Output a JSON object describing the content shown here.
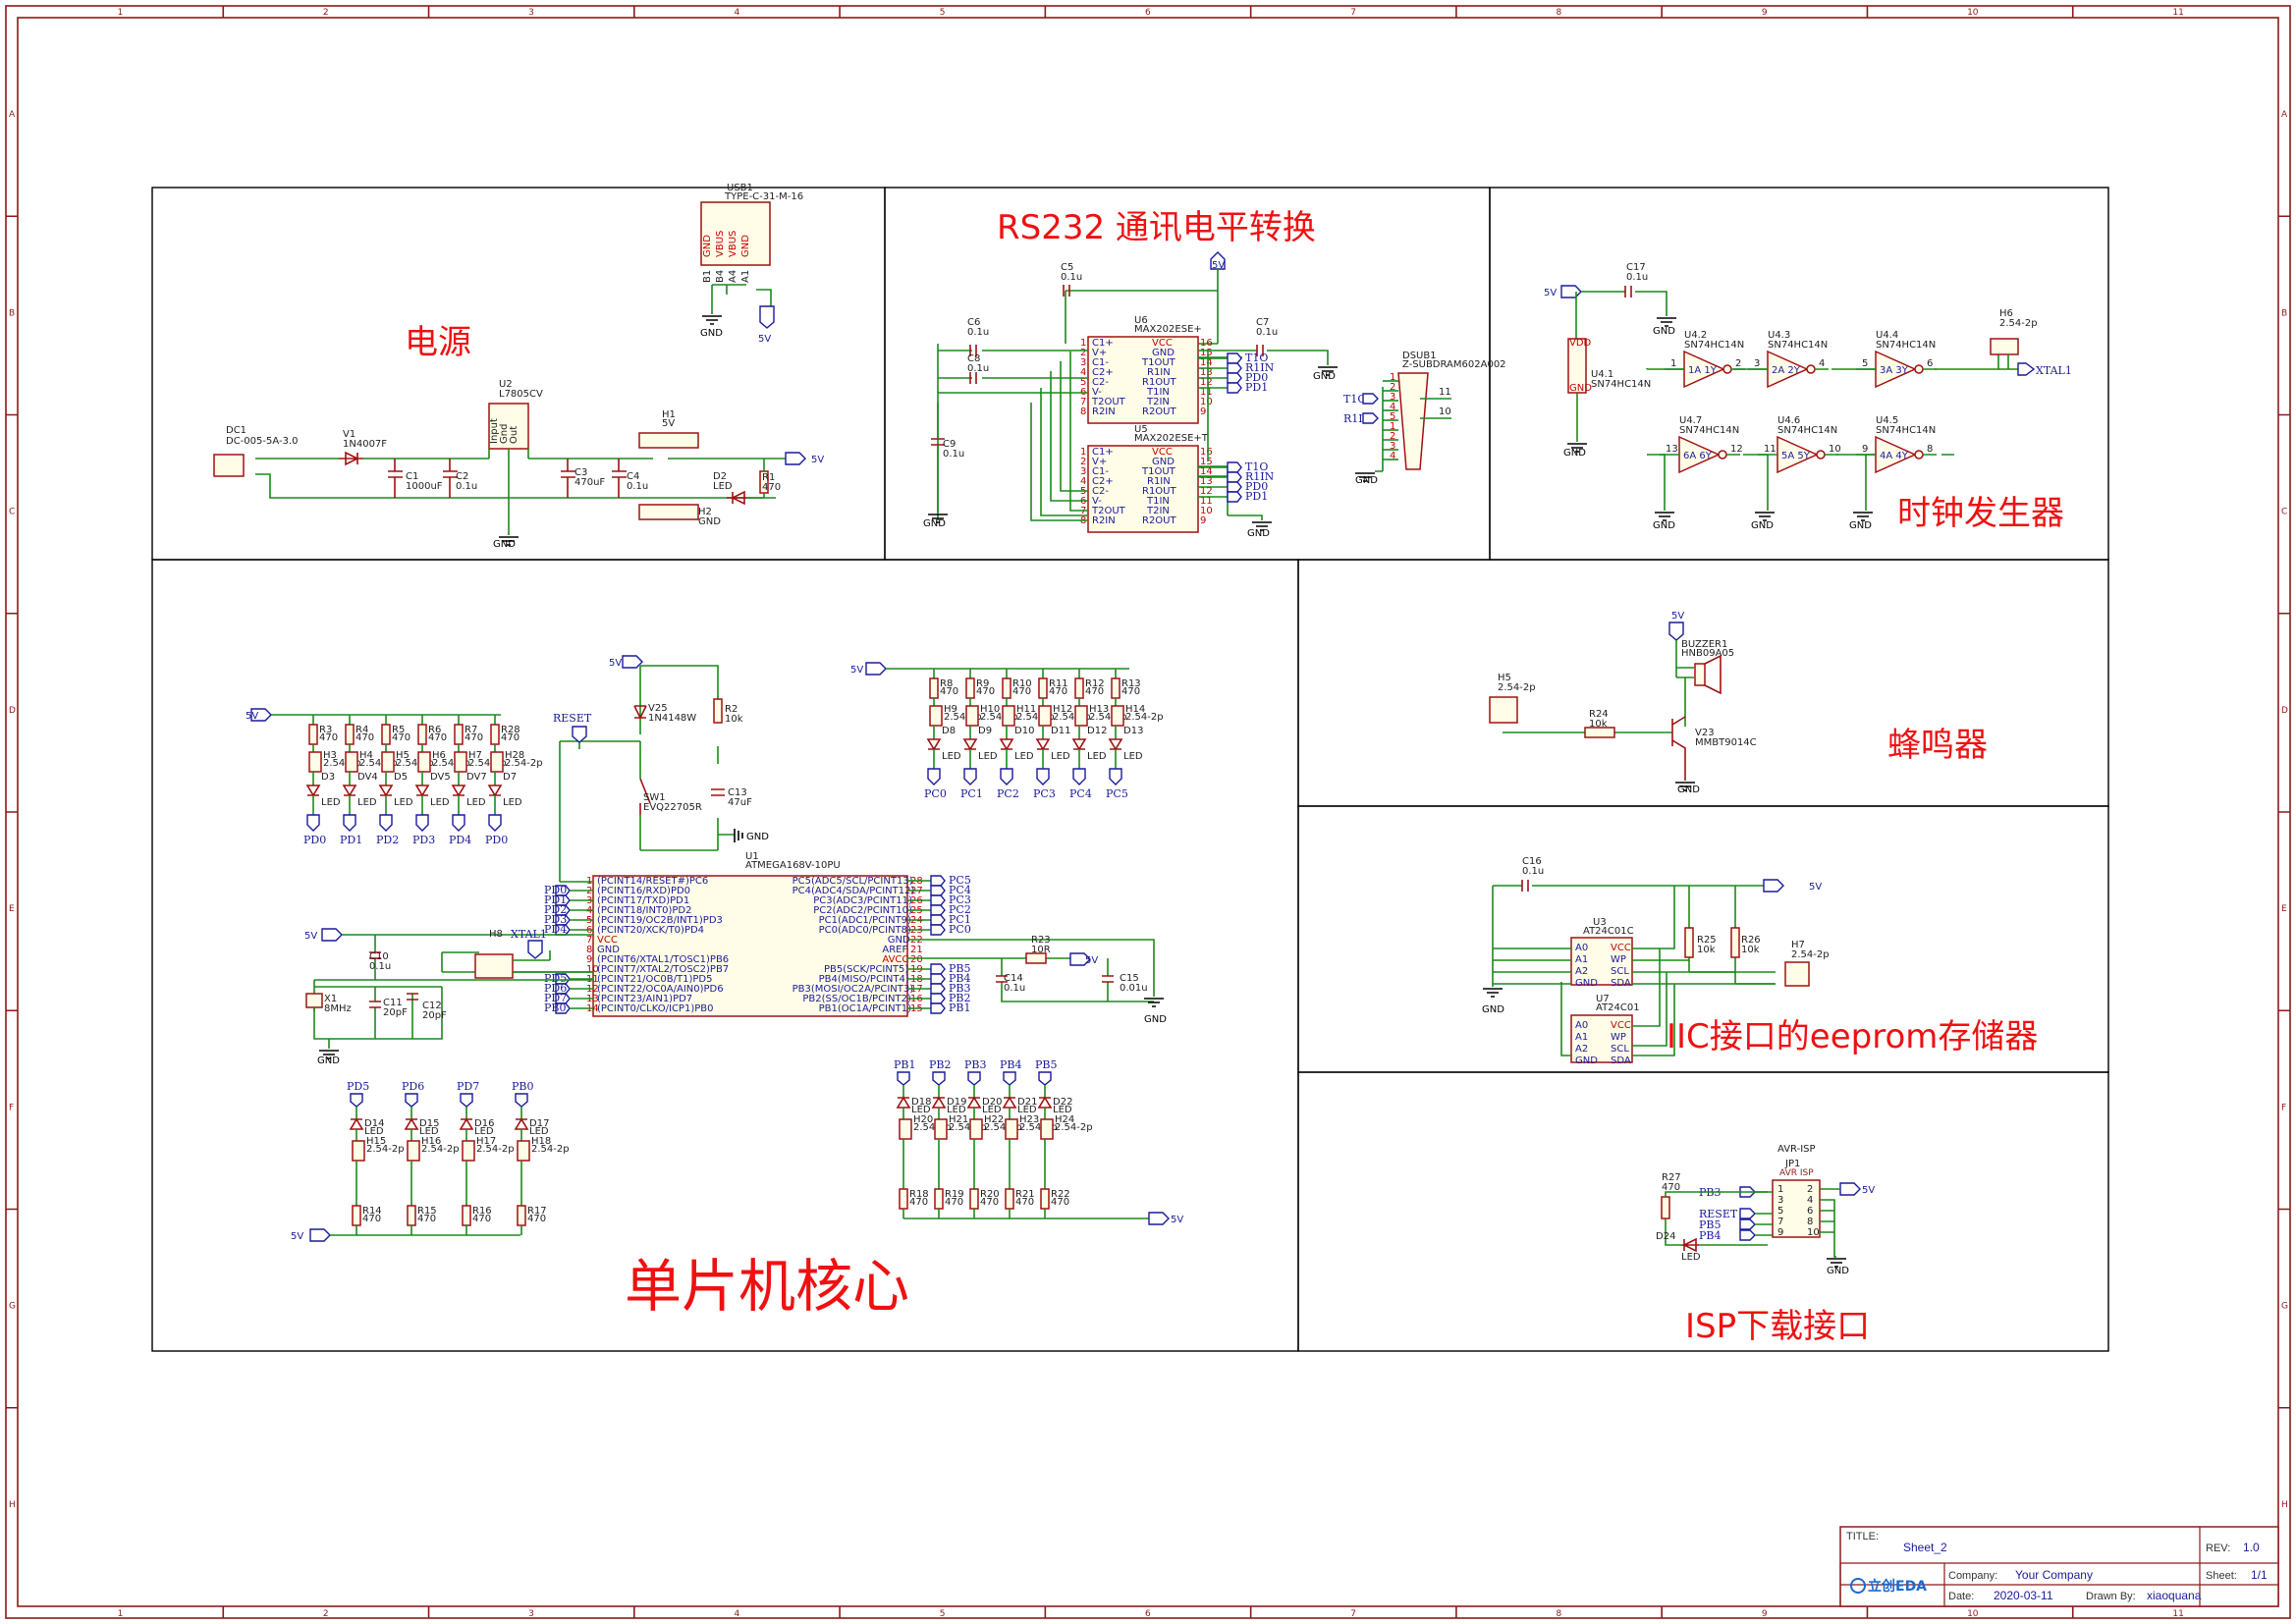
{
  "frame": {
    "columns": [
      "1",
      "2",
      "3",
      "4",
      "5",
      "6",
      "7",
      "8",
      "9",
      "10",
      "11"
    ],
    "rows": [
      "A",
      "B",
      "C",
      "D",
      "E",
      "F",
      "G",
      "H"
    ]
  },
  "sections": {
    "power": "电源",
    "rs232": "RS232 通讯电平转换",
    "clock": "时钟发生器",
    "buzzer": "蜂鸣器",
    "mcu": "单片机核心",
    "eeprom": "IIC接口的eeprom存储器",
    "isp": "ISP下载接口"
  },
  "nets": {
    "vcc5": "5V",
    "gnd": "GND",
    "reset": "RESET",
    "xtal1": "XTAL1",
    "vcc": "VCC"
  },
  "power": {
    "usb_ref": "USB1",
    "usb_val": "TYPE-C-31-M-16",
    "usb_pins": [
      "GND",
      "VBUS",
      "VBUS",
      "GND"
    ],
    "usb_pin_nums": [
      "B1",
      "B4",
      "A4",
      "A1"
    ],
    "dc_ref": "DC1",
    "dc_val": "DC-005-5A-3.0",
    "v1_ref": "V1",
    "v1_val": "1N4007F",
    "c1": "C1",
    "c1v": "1000uF",
    "c2": "C2",
    "c2v": "0.1u",
    "u2": "U2",
    "u2v": "L7805CV",
    "u2pins": [
      "Input",
      "Gnd",
      "Out"
    ],
    "c3": "C3",
    "c3v": "470uF",
    "c4": "C4",
    "c4v": "0.1u",
    "h1": "H1",
    "h1v": "5V",
    "h2": "H2",
    "h2v": "GND",
    "d2": "D2",
    "d2v": "LED",
    "r1": "R1",
    "r1v": "470"
  },
  "rs232": {
    "c5": "C5",
    "c5v": "0.1u",
    "c6": "C6",
    "c6v": "0.1u",
    "c8": "C8",
    "c8v": "0.1u",
    "c9": "C9",
    "c9v": "0.1u",
    "c7": "C7",
    "c7v": "0.1u",
    "u6": "U6",
    "u6v": "MAX202ESE+",
    "u5": "U5",
    "u5v": "MAX202ESE+T",
    "left_pins": [
      "C1+",
      "V+",
      "C1-",
      "C2+",
      "C2-",
      "V-",
      "T2OUT",
      "R2IN"
    ],
    "right_pins": [
      "VCC",
      "GND",
      "T1OUT",
      "R1IN",
      "R1OUT",
      "T1IN",
      "T2IN",
      "R2OUT"
    ],
    "right_nums": [
      "16",
      "15",
      "14",
      "13",
      "12",
      "11",
      "10",
      "9"
    ],
    "u6_nets": [
      "T1O",
      "R1IN",
      "PD0",
      "PD1"
    ],
    "u5_nets": [
      "T1O",
      "R1IN",
      "PD0",
      "PD1"
    ],
    "dsub": "DSUB1",
    "dsubv": "Z-SUBDRAM602A002",
    "dsub_nets": [
      "T1O",
      "R1IN"
    ],
    "dsub_pins": [
      "11",
      "10"
    ]
  },
  "clock": {
    "c17": "C17",
    "c17v": "0.1u",
    "u41": "U4.1",
    "u41v": "SN74HC14N",
    "gates": [
      {
        "ref": "U4.2",
        "val": "SN74HC14N",
        "lbl": "1A  1Y",
        "i": "1",
        "o": "2"
      },
      {
        "ref": "U4.3",
        "val": "SN74HC14N",
        "lbl": "2A  2Y",
        "i": "3",
        "o": "4"
      },
      {
        "ref": "U4.4",
        "val": "SN74HC14N",
        "lbl": "3A  3Y",
        "i": "5",
        "o": "6"
      },
      {
        "ref": "U4.7",
        "val": "SN74HC14N",
        "lbl": "6A  6Y",
        "i": "13",
        "o": "12"
      },
      {
        "ref": "U4.6",
        "val": "SN74HC14N",
        "lbl": "5A  5Y",
        "i": "11",
        "o": "10"
      },
      {
        "ref": "U4.5",
        "val": "SN74HC14N",
        "lbl": "4A  4Y",
        "i": "9",
        "o": "8"
      }
    ],
    "h6": "H6",
    "h6v": "2.54-2p",
    "vdd": "VDD",
    "gnd_pin": "GND"
  },
  "buzzer": {
    "ref": "BUZZER1",
    "val": "HNB09A05",
    "h5": "H5",
    "h5v": "2.54-2p",
    "r24": "R24",
    "r24v": "10k",
    "v23": "V23",
    "v23v": "MMBT9014C"
  },
  "mcu": {
    "u1": "U1",
    "u1v": "ATMEGA168V-10PU",
    "left_pins": [
      "(PCINT14/RESET#)PC6",
      "(PCINT16/RXD)PD0",
      "(PCINT17/TXD)PD1",
      "(PCINT18/INT0)PD2",
      "(PCINT19/OC2B/INT1)PD3",
      "(PCINT20/XCK/T0)PD4",
      "VCC",
      "GND",
      "(PCINT6/XTAL1/TOSC1)PB6",
      "(PCINT7/XTAL2/TOSC2)PB7",
      "(PCINT21/OC0B/T1)PD5",
      "(PCINT22/OC0A/AIN0)PD6",
      "(PCINT23/AIN1)PD7",
      "(PCINT0/CLKO/ICP1)PB0"
    ],
    "left_nets": [
      "",
      "PD0",
      "PD1",
      "PD2",
      "PD3",
      "PD4",
      "",
      "",
      "",
      "",
      "PD5",
      "PD6",
      "PD7",
      "PB0"
    ],
    "right_pins": [
      "PC5(ADC5/SCL/PCINT13)",
      "PC4(ADC4/SDA/PCINT12)",
      "PC3(ADC3/PCINT11)",
      "PC2(ADC2/PCINT10)",
      "PC1(ADC1/PCINT9)",
      "PC0(ADC0/PCINT8)",
      "GND",
      "AREF",
      "AVCC",
      "PB5(SCK/PCINT5)",
      "PB4(MISO/PCINT4)",
      "PB3(MOSI/OC2A/PCINT3)",
      "PB2(SS/OC1B/PCINT2)",
      "PB1(OC1A/PCINT1)"
    ],
    "right_nets": [
      "PC5",
      "PC4",
      "PC3",
      "PC2",
      "PC1",
      "PC0",
      "",
      "",
      "",
      "PB5",
      "PB4",
      "PB3",
      "PB2",
      "PB1"
    ],
    "v25": "V25",
    "v25v": "1N4148W",
    "r2": "R2",
    "r2v": "10k",
    "sw1": "SW1",
    "sw1v": "EVQ22705R",
    "c13": "C13",
    "c13v": "47uF",
    "c10": "C10",
    "c10v": "0.1u",
    "h8": "H8",
    "x1": "X1",
    "x1v": "8MHz",
    "c11": "C11",
    "c11v": "20pF",
    "c12": "C12",
    "c12v": "20pF",
    "r23": "R23",
    "r23v": "10R",
    "c14": "C14",
    "c14v": "0.1u",
    "c15": "C15",
    "c15v": "0.01u",
    "pc_leds": [
      {
        "r": "R8",
        "h": "H9",
        "d": "D8",
        "net": "PC0"
      },
      {
        "r": "R9",
        "h": "H10",
        "d": "D9",
        "net": "PC1"
      },
      {
        "r": "R10",
        "h": "H11",
        "d": "D10",
        "net": "PC2"
      },
      {
        "r": "R11",
        "h": "H12",
        "d": "D11",
        "net": "PC3"
      },
      {
        "r": "R12",
        "h": "H13",
        "d": "D12",
        "net": "PC4"
      },
      {
        "r": "R13",
        "h": "H14",
        "d": "D13",
        "net": "PC5"
      }
    ],
    "pd_leds": [
      {
        "r": "R3",
        "h": "H3",
        "d": "D3",
        "net": "PD0"
      },
      {
        "r": "R4",
        "h": "H4",
        "d": "DV4",
        "net": "PD1"
      },
      {
        "r": "R5",
        "h": "H5",
        "d": "D5",
        "net": "PD2"
      },
      {
        "r": "R6",
        "h": "H6",
        "d": "DV5",
        "net": "PD3"
      },
      {
        "r": "R7",
        "h": "H7",
        "d": "DV7",
        "net": "PD4"
      },
      {
        "r": "R28",
        "h": "H28",
        "d": "D7",
        "net": "PD0"
      }
    ],
    "bot_left_leds": [
      {
        "r": "R14",
        "h": "H15",
        "d": "D14",
        "net": "PD5"
      },
      {
        "r": "R15",
        "h": "H16",
        "d": "D15",
        "net": "PD6"
      },
      {
        "r": "R16",
        "h": "H17",
        "d": "D16",
        "net": "PD7"
      },
      {
        "r": "R17",
        "h": "H18",
        "d": "D17",
        "net": "PB0"
      }
    ],
    "bot_right_leds": [
      {
        "r": "R18",
        "h": "H20",
        "d": "D18",
        "net": "PB1"
      },
      {
        "r": "R19",
        "h": "H21",
        "d": "D19",
        "net": "PB2"
      },
      {
        "r": "R20",
        "h": "H22",
        "d": "D20",
        "net": "PB3"
      },
      {
        "r": "R21",
        "h": "H23",
        "d": "D21",
        "net": "PB4"
      },
      {
        "r": "R22",
        "h": "H24",
        "d": "D22",
        "net": "PB5"
      }
    ],
    "res_val": "470",
    "hdr_val": "2.54-2p",
    "led_val": "LED"
  },
  "eeprom": {
    "c16": "C16",
    "c16v": "0.1u",
    "u3": "U3",
    "u3v": "AT24C01C",
    "u7": "U7",
    "u7v": "AT24C01",
    "left_pins": [
      "A0",
      "A1",
      "A2",
      "GND"
    ],
    "right_pins": [
      "VCC",
      "WP",
      "SCL",
      "SDA"
    ],
    "r25": "R25",
    "r25v": "10k",
    "r26": "R26",
    "r26v": "10k",
    "h7": "H7",
    "h7v": "2.54-2p"
  },
  "isp": {
    "title": "AVR-ISP",
    "jp1": "JP1",
    "jp1v": "AVR ISP",
    "r27": "R27",
    "r27v": "470",
    "d24": "D24",
    "d24v": "LED",
    "nets": [
      "PB3",
      "RESET",
      "PB5",
      "PB4"
    ]
  },
  "title_block": {
    "title_label": "TITLE:",
    "title": "Sheet_2",
    "rev_label": "REV:",
    "rev": "1.0",
    "company_label": "Company:",
    "company": "Your Company",
    "sheet_label": "Sheet:",
    "sheet": "1/1",
    "date_label": "Date:",
    "date": "2020-03-11",
    "drawn_label": "Drawn By:",
    "drawn": "xiaoquana",
    "logo": "立创EDA"
  }
}
